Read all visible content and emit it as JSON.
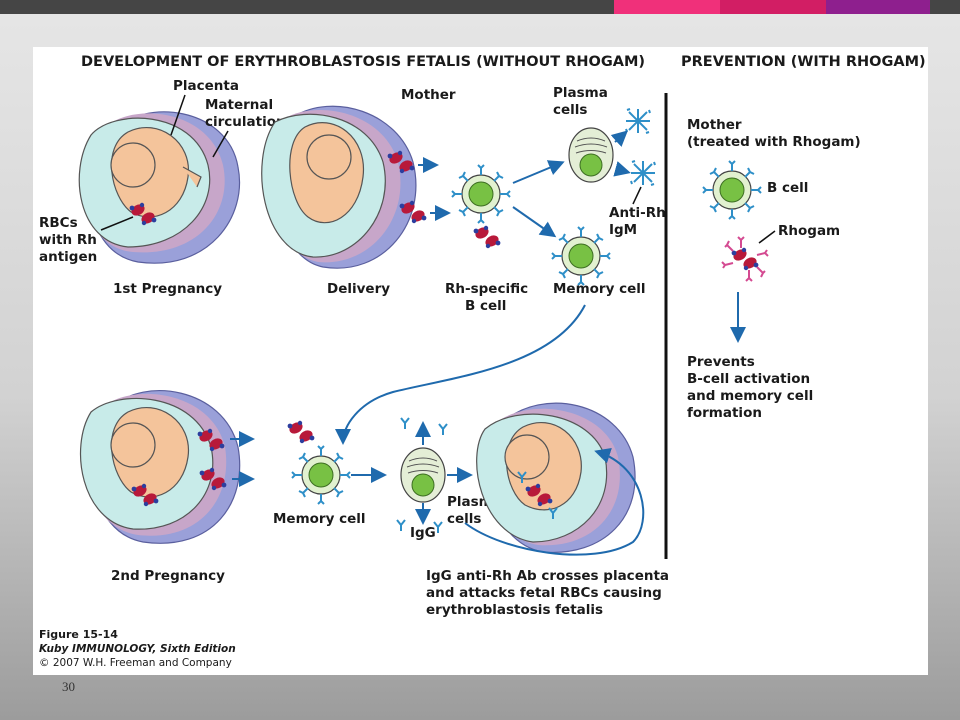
{
  "accent_colors": [
    "#f0307a",
    "#d21e64",
    "#8e1f8e"
  ],
  "slide_number": "30",
  "titles": {
    "left": "DEVELOPMENT OF ERYTHROBLASTOSIS FETALIS (WITHOUT RHOGAM)",
    "right": "PREVENTION (WITH RHOGAM)"
  },
  "labels": {
    "placenta": "Placenta",
    "maternal_1": "Maternal",
    "maternal_2": "circulation",
    "rbc_1": "RBCs",
    "rbc_2": "with Rh",
    "rbc_3": "antigen",
    "first_pregnancy": "1st Pregnancy",
    "mother": "Mother",
    "delivery": "Delivery",
    "plasma_cells_1": "Plasma",
    "plasma_cells_2": "cells",
    "anti_rh_1": "Anti-Rh",
    "anti_rh_2": "IgM",
    "rh_bcell_1": "Rh-specific",
    "rh_bcell_2": "B cell",
    "memory_cell_top": "Memory cell",
    "memory_cell_bottom": "Memory cell",
    "plasma2_1": "Plasma",
    "plasma2_2": "cells",
    "igg": "IgG",
    "second_pregnancy": "2nd Pregnancy",
    "crosses_1": "IgG anti-Rh Ab crosses placenta",
    "crosses_2": "and attacks fetal RBCs causing",
    "crosses_3": "erythroblastosis fetalis",
    "mother_treated_1": "Mother",
    "mother_treated_2": "(treated with Rhogam)",
    "b_cell": "B cell",
    "rhogam": "Rhogam",
    "prevents_1": "Prevents",
    "prevents_2": "B-cell activation",
    "prevents_3": "and memory cell",
    "prevents_4": "formation"
  },
  "caption": {
    "figure": "Figure 15-14",
    "book": "Kuby IMMUNOLOGY, Sixth Edition",
    "copyright": "© 2007 W.H. Freeman and Company"
  }
}
